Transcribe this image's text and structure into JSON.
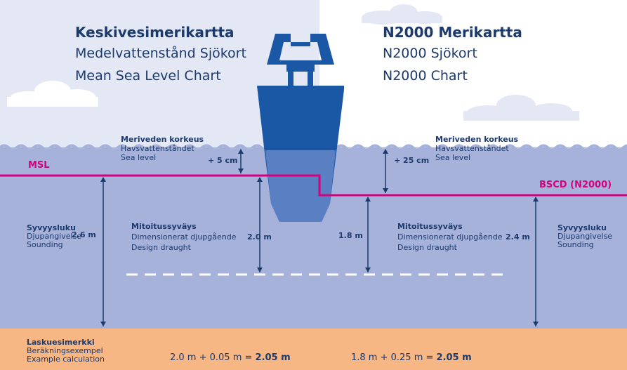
{
  "left_title": {
    "fi": "Keskivesimerikartta",
    "sv": "Medelvattenstånd Sjökort",
    "en": "Mean Sea Level Chart"
  },
  "right_title": {
    "fi": "N2000 Merikartta",
    "sv": "N2000 Sjökort",
    "en": "N2000 Chart"
  },
  "sea_level_left": {
    "fi": "Meriveden korkeus",
    "sv": "Havsvattenståndet",
    "en": "Sea level",
    "value": "+ 5 cm"
  },
  "sea_level_right": {
    "fi": "Meriveden korkeus",
    "sv": "Havsvattenståndet",
    "en": "Sea level",
    "value": "+ 25 cm"
  },
  "msl_label": "MSL",
  "bscd_label": "BSCD (N2000)",
  "sounding_left": {
    "fi": "Syvyysluku",
    "sv": "Djupangivelse",
    "en": "Sounding",
    "value": "2.6 m"
  },
  "sounding_right": {
    "fi": "Syvyysluku",
    "sv": "Djupangivelse",
    "en": "Sounding",
    "value": "2.4 m"
  },
  "draught_left": {
    "fi": "Mitoitussyväys",
    "sv": "Dimensionerat djupgående",
    "en": "Design draught",
    "value": "2.0 m"
  },
  "draught_right": {
    "fi": "Mitoitussyväys",
    "sv": "Dimensionerat djupgående",
    "en": "Design draught",
    "value": "1.8 m"
  },
  "example": {
    "fi": "Laskuesimerkki",
    "sv": "Beräkningsexempel",
    "en": "Example calculation",
    "calc_left_expr": "2.0 m + 0.05 m = ",
    "calc_left_result": "2.05 m",
    "calc_right_expr": "1.8 m + 0.25 m = ",
    "calc_right_result": "2.05 m"
  },
  "colors": {
    "sky": "#e4e8f5",
    "water": "#a6b2da",
    "seabed": "#f7b784",
    "ship": "#1a58a6",
    "ship_hull_water": "#5a7fc2",
    "reference_line": "#d6007e",
    "text": "#1c3a6b"
  }
}
